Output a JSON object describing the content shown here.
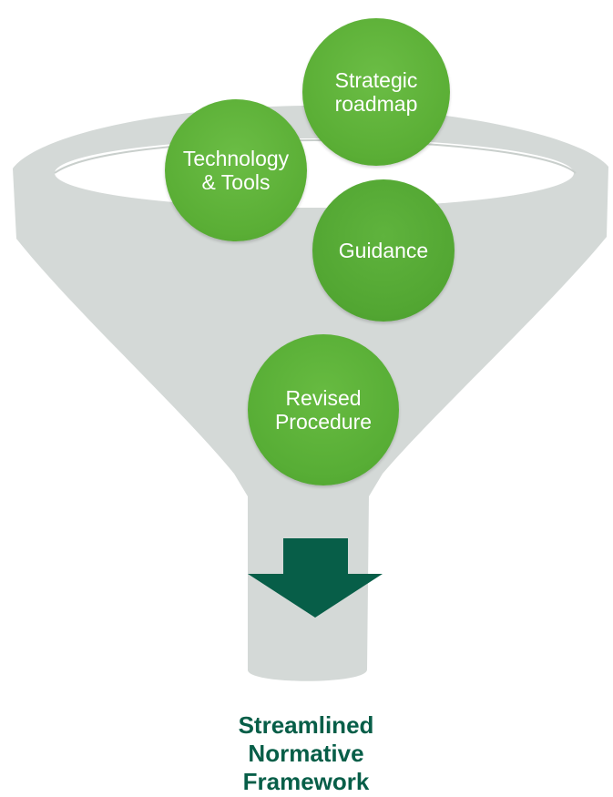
{
  "colors": {
    "funnel": "#d4d9d7",
    "funnel_rim_inner": "#ffffff",
    "bubble_green": "#5aae35",
    "arrow": "#075e48",
    "title": "#075e48"
  },
  "icons": {
    "arrow": "arrow-down-icon",
    "funnel": "funnel-icon"
  },
  "bubbles": [
    {
      "label": "Strategic\nroadmap"
    },
    {
      "label": "Technology\n& Tools"
    },
    {
      "label": "Guidance"
    },
    {
      "label": "Revised\nProcedure"
    }
  ],
  "result": {
    "title": "Streamlined\nNormative\nFramework"
  }
}
